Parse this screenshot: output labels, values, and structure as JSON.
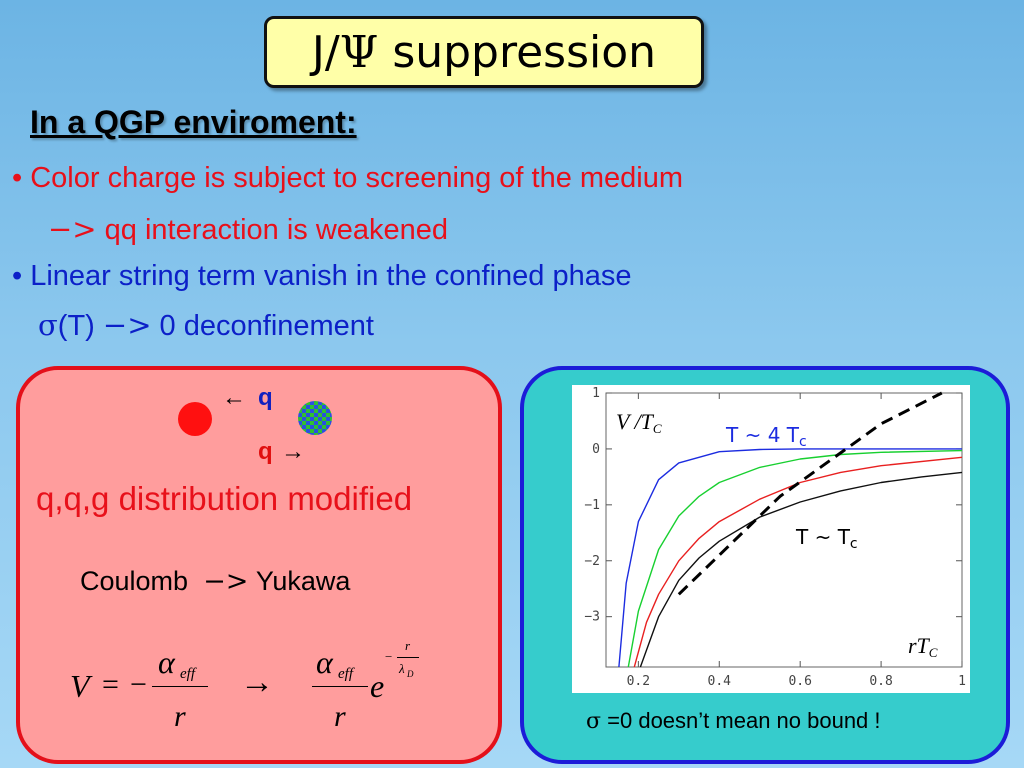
{
  "title": {
    "prefix": "J/",
    "psi": "Ψ",
    "rest": " suppression"
  },
  "subtitle": "In a QGP enviroment:",
  "bullets": {
    "b1": "• Color charge is subject to screening of the medium",
    "b1_arrow": "−>",
    "b1_sub": " qq interaction is weakened",
    "b2": "• Linear string term vanish in the confined phase",
    "b2_sigma": "σ",
    "b2_sub": "(T) ",
    "b2_arrow": "−>",
    "b2_end": " 0 deconfinement"
  },
  "left_panel": {
    "q_top": "q",
    "q_bottom": "q",
    "arrow_left": "←",
    "arrow_right": "→",
    "heading": "q,q,g distribution modified",
    "coulomb": "Coulomb",
    "yukawa_arrow": "−>",
    "yukawa": "Yukawa",
    "formula": {
      "V": "V",
      "eq": "=",
      "minus": "−",
      "alpha": "α",
      "eff": "eff",
      "r": "r",
      "arrow": "→",
      "e": "e",
      "exp_minus": "−",
      "lambda": "λ",
      "D": "D"
    }
  },
  "chart_data": {
    "type": "line",
    "xlabel": "rT",
    "xlabel_sub": "C",
    "ylabel": "V /T",
    "ylabel_sub": "C",
    "xlim": [
      0.12,
      1.0
    ],
    "ylim": [
      -3.9,
      1.0
    ],
    "x_ticks": [
      0.2,
      0.4,
      0.6,
      0.8,
      1
    ],
    "x_tick_labels": [
      "0.2",
      "0.4",
      "0.6",
      "0.8",
      "1"
    ],
    "y_ticks": [
      1,
      0,
      -1,
      -2,
      -3
    ],
    "y_tick_labels": [
      "1",
      "0",
      "−1",
      "−2",
      "−3"
    ],
    "grid": false,
    "series": [
      {
        "color": "#1c2ce0",
        "x": [
          0.152,
          0.17,
          0.2,
          0.25,
          0.3,
          0.4,
          0.5,
          0.6,
          0.7,
          0.8,
          1.0
        ],
        "y": [
          -3.9,
          -2.4,
          -1.3,
          -0.55,
          -0.25,
          -0.05,
          -0.01,
          0.0,
          0.0,
          0.0,
          0.0
        ]
      },
      {
        "color": "#18d030",
        "x": [
          0.175,
          0.2,
          0.25,
          0.3,
          0.35,
          0.4,
          0.5,
          0.6,
          0.7,
          0.8,
          1.0
        ],
        "y": [
          -3.9,
          -2.9,
          -1.8,
          -1.2,
          -0.85,
          -0.6,
          -0.33,
          -0.18,
          -0.1,
          -0.06,
          -0.03
        ]
      },
      {
        "color": "#e82020",
        "x": [
          0.19,
          0.22,
          0.25,
          0.3,
          0.35,
          0.4,
          0.5,
          0.6,
          0.7,
          0.8,
          1.0
        ],
        "y": [
          -3.9,
          -3.1,
          -2.6,
          -2.0,
          -1.6,
          -1.3,
          -0.9,
          -0.6,
          -0.42,
          -0.3,
          -0.15
        ]
      },
      {
        "color": "#101010",
        "x": [
          0.205,
          0.25,
          0.3,
          0.35,
          0.4,
          0.5,
          0.6,
          0.7,
          0.8,
          0.9,
          1.0
        ],
        "y": [
          -3.9,
          -3.0,
          -2.35,
          -1.95,
          -1.65,
          -1.22,
          -0.95,
          -0.75,
          -0.6,
          -0.5,
          -0.42
        ]
      },
      {
        "color": "#000000",
        "dashed": true,
        "x": [
          0.3,
          0.55,
          0.8,
          0.95
        ],
        "y": [
          -2.6,
          -0.85,
          0.45,
          1.0
        ]
      }
    ],
    "annotations": [
      {
        "text": "T ~ 4 T",
        "sub": "c",
        "color": "#1c2ce0"
      },
      {
        "text": "T ~ T",
        "sub": "c",
        "color": "#000000"
      }
    ]
  },
  "footnote": {
    "sigma": "σ",
    "text": " =0 doesn’t mean no bound !"
  }
}
